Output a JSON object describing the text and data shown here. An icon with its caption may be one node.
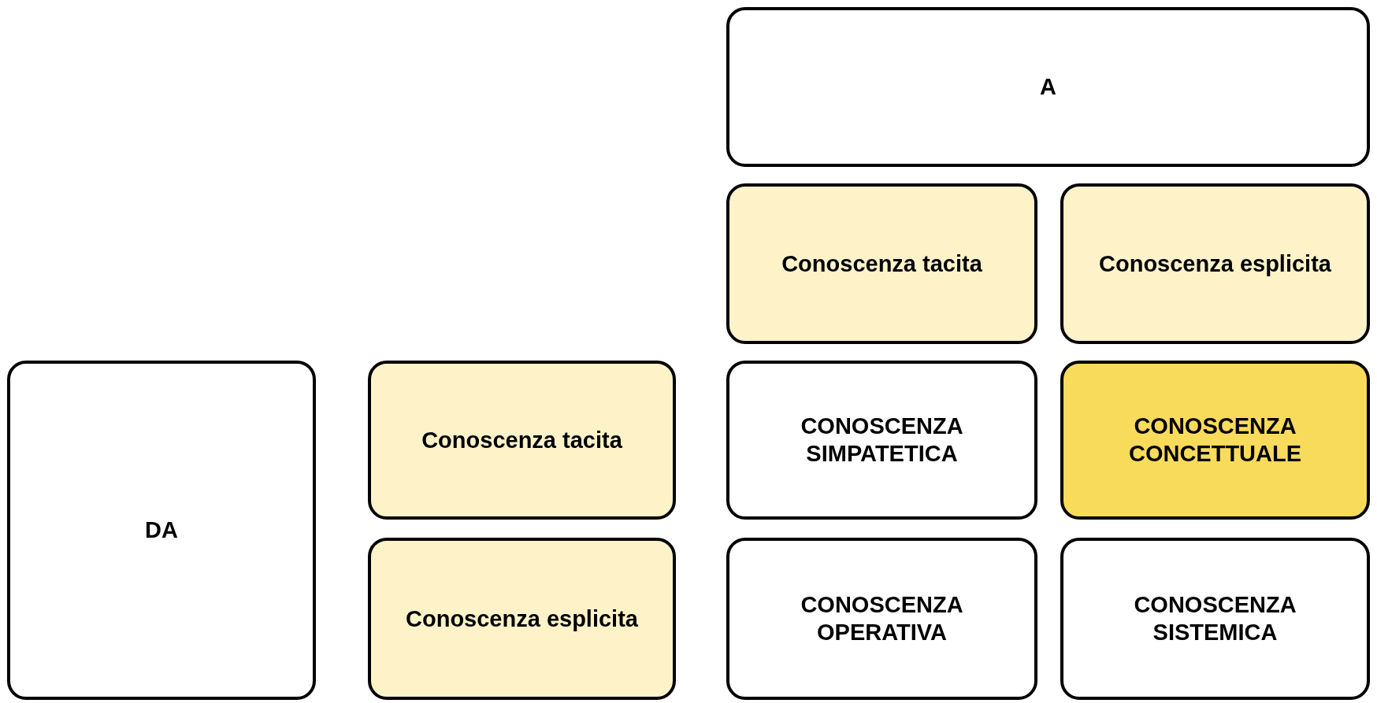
{
  "diagram": {
    "nodes": [
      {
        "text": [
          "A"
        ]
      },
      {
        "text": [
          "Conoscenza tacita"
        ]
      },
      {
        "text": [
          "Conoscenza esplicita"
        ]
      },
      {
        "text": [
          "DA"
        ]
      },
      {
        "text": [
          "Conoscenza tacita"
        ]
      },
      {
        "text": [
          "CONOSCENZA SIMPATETICA"
        ]
      },
      {
        "text": [
          "CONOSCENZA CONCETTUALE"
        ]
      },
      {
        "text": [
          "Conoscenza esplicita"
        ]
      },
      {
        "text": [
          "CONOSCENZA OPERATIVA"
        ]
      },
      {
        "text": [
          "CONOSCENZA SISTEMICA"
        ]
      }
    ]
  }
}
